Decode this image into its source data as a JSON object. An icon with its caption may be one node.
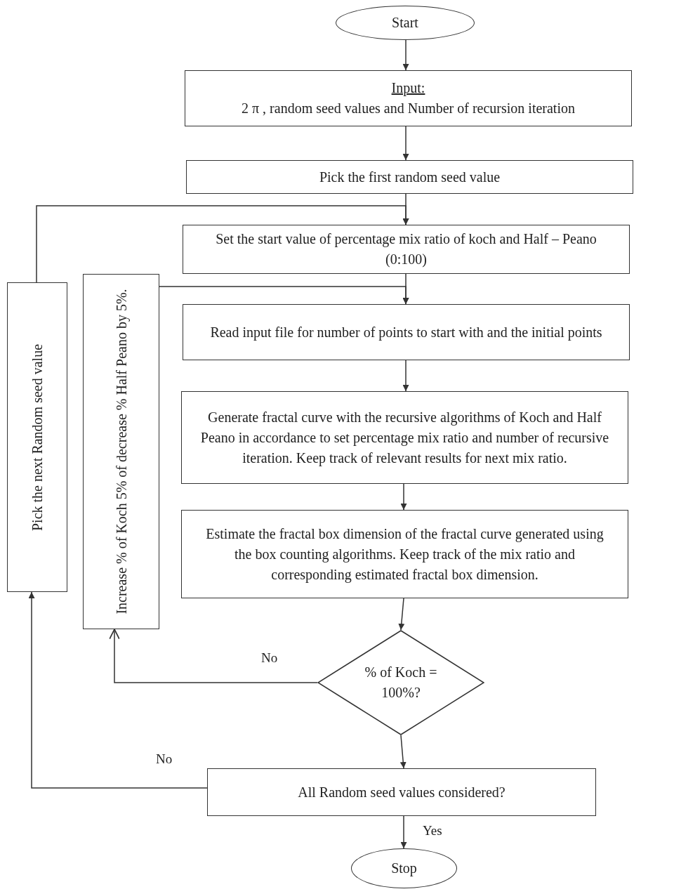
{
  "diagram": {
    "nodes": [
      {
        "text": [
          "Start"
        ]
      },
      {
        "text": [
          "Input:",
          "2 π , random seed values and Number of recursion iteration"
        ]
      },
      {
        "text": [
          "Pick the first random seed value"
        ]
      },
      {
        "text": [
          "Set the start value of percentage mix ratio of koch and Half – Peano (0:100)"
        ]
      },
      {
        "text": [
          "Read input file for number of points to start with and the initial points"
        ]
      },
      {
        "text": [
          "Generate fractal curve with the recursive algorithms of Koch and Half Peano in accordance to set percentage mix ratio and number of recursive iteration. Keep track of relevant results for next mix ratio."
        ]
      },
      {
        "text": [
          "Estimate the fractal box dimension of the fractal curve generated using the box counting algorithms. Keep track of the mix ratio and corresponding estimated fractal box dimension."
        ]
      },
      {
        "text": [
          "% of Koch = 100%?"
        ]
      },
      {
        "text": [
          "All Random seed values considered?"
        ]
      },
      {
        "text": [
          "Stop"
        ]
      },
      {
        "text": [
          "Pick the next Random seed value"
        ]
      },
      {
        "text": [
          "Increase % of Koch 5% of decrease % Half Peano by 5%."
        ]
      }
    ],
    "edges": [
      {
        "from": 0,
        "to": 1,
        "arrow": "to"
      },
      {
        "from": 1,
        "to": 2,
        "arrow": "to"
      },
      {
        "from": 2,
        "to": 3,
        "arrow": "to"
      },
      {
        "from": 3,
        "to": 4,
        "arrow": "to"
      },
      {
        "from": 4,
        "to": 5,
        "arrow": "to"
      },
      {
        "from": 5,
        "to": 6,
        "arrow": "to"
      },
      {
        "from": 6,
        "to": 7,
        "arrow": "to"
      },
      {
        "from": 7,
        "to": 8,
        "arrow": "to"
      },
      {
        "from": 8,
        "to": 9,
        "arrow": "to",
        "label": "Yes"
      },
      {
        "from": 7,
        "to": 11,
        "arrow": "to",
        "label": "No"
      },
      {
        "from": 11,
        "to": 4,
        "arrow": "to"
      },
      {
        "from": 8,
        "to": 10,
        "arrow": "to",
        "label": "No"
      },
      {
        "from": 10,
        "to": 3,
        "arrow": "to"
      }
    ]
  }
}
